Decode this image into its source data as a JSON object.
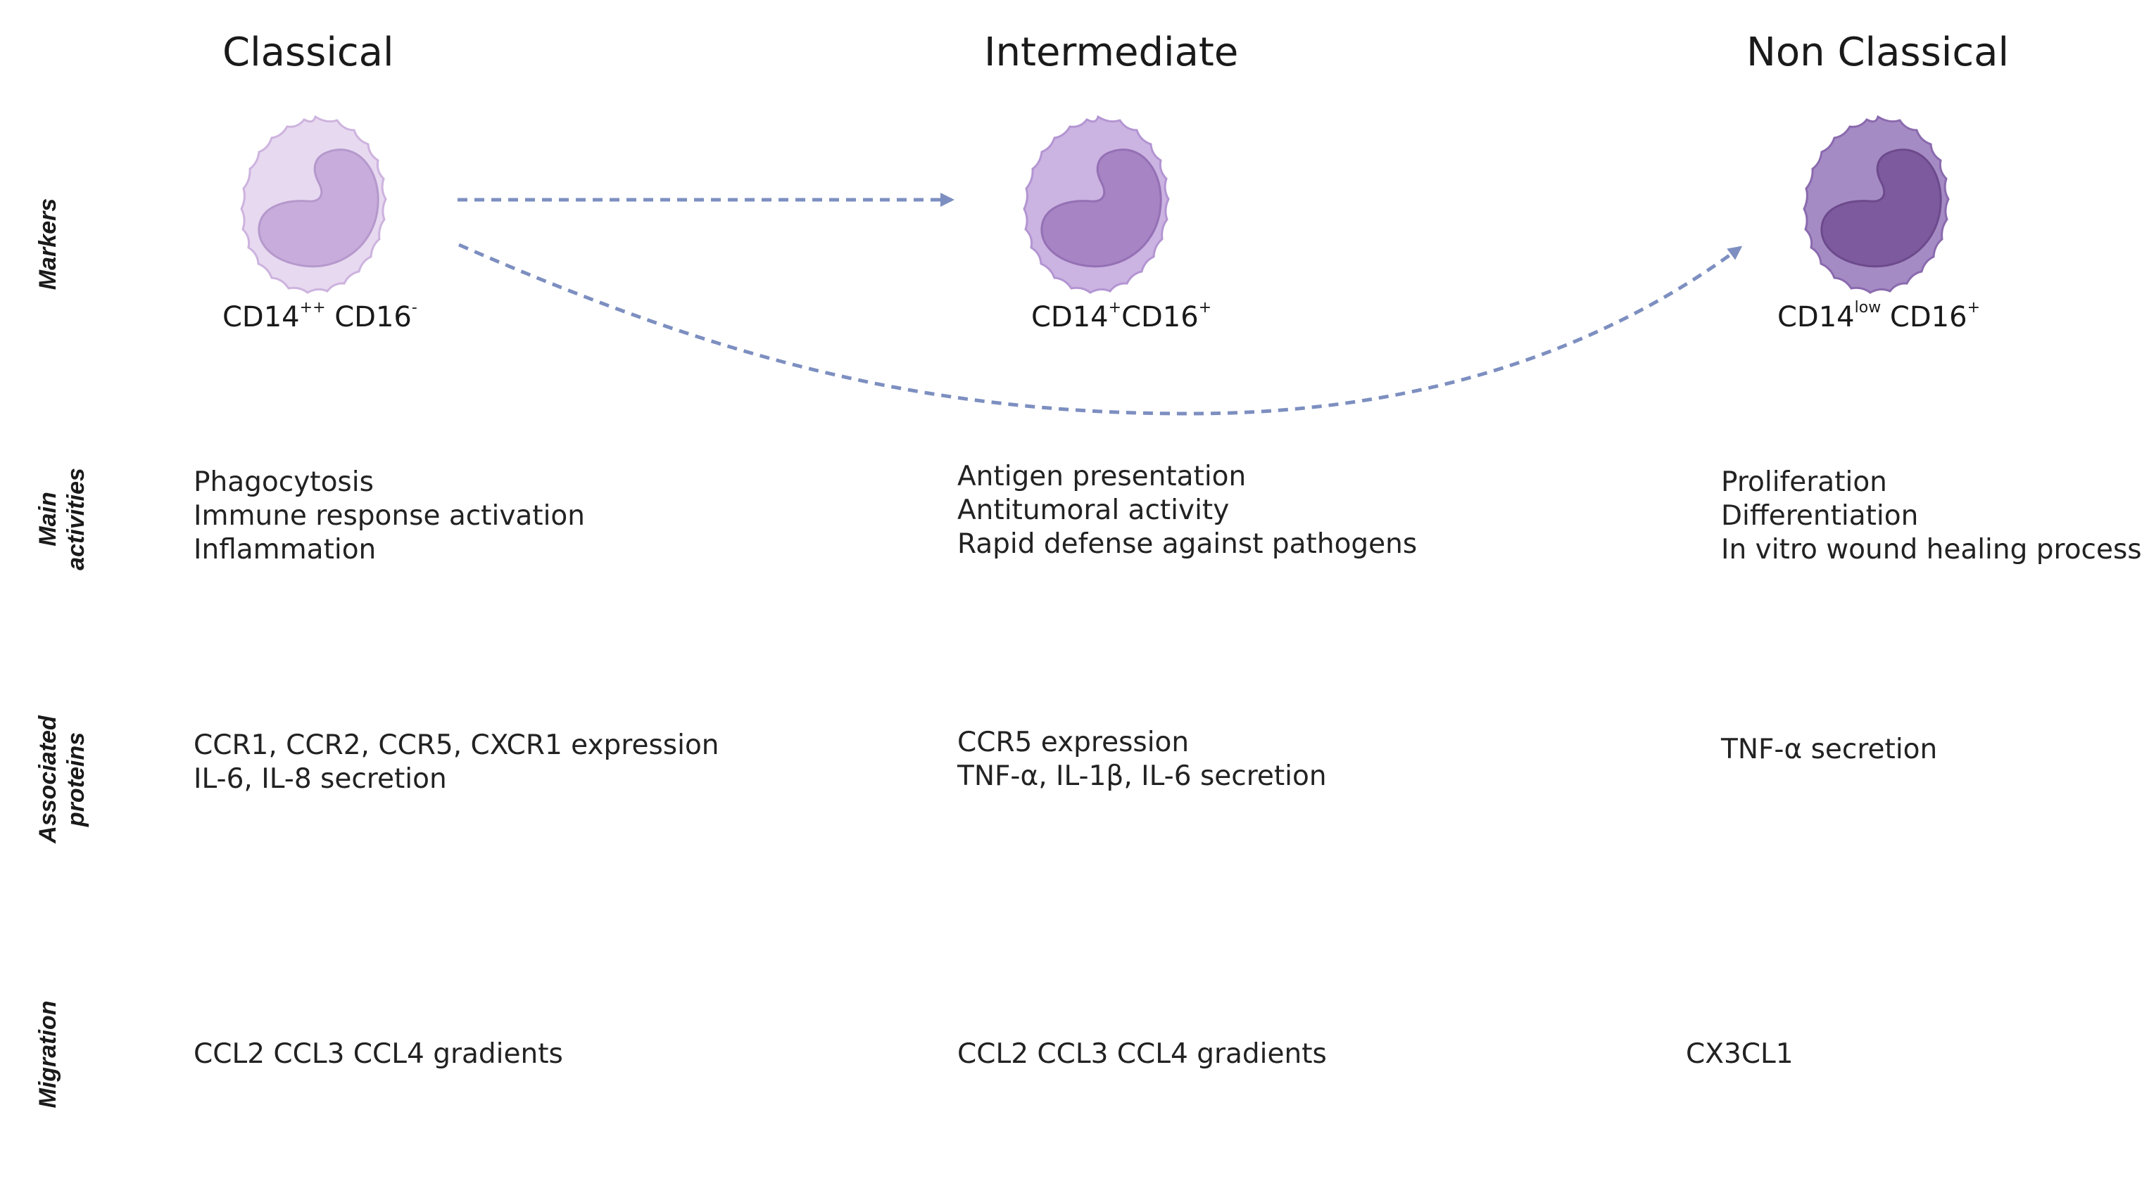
{
  "columns": [
    {
      "heading": "Classical",
      "marker": {
        "base1": "CD14",
        "sup1": "++",
        "base2": " CD16",
        "sup2": "-"
      },
      "main_activities": [
        "Phagocytosis",
        "Immune response activation",
        "Inflammation"
      ],
      "associated_proteins": [
        "CCR1, CCR2, CCR5, CXCR1 expression",
        "IL-6, IL-8  secretion"
      ],
      "migration": [
        "CCL2 CCL3 CCL4 gradients"
      ],
      "cell_colors": {
        "membrane": "#e7d9f0",
        "membrane_stroke": "#cdb3de",
        "nucleus": "#c8addc",
        "nucleus_stroke": "#b598cc"
      }
    },
    {
      "heading": "Intermediate",
      "marker": {
        "base1": "CD14",
        "sup1": "+",
        "base2": "CD16",
        "sup2": "+"
      },
      "main_activities": [
        "Antigen presentation",
        "Antitumoral activity",
        "Rapid defense against pathogens"
      ],
      "associated_proteins": [
        "CCR5 expression",
        "TNF-α, IL-1β, IL-6 secretion"
      ],
      "migration": [
        "CCL2 CCL3 CCL4 gradients"
      ],
      "cell_colors": {
        "membrane": "#cbb3e2",
        "membrane_stroke": "#b395d2",
        "nucleus": "#a784c4",
        "nucleus_stroke": "#9470b4"
      }
    },
    {
      "heading": "Non Classical",
      "marker": {
        "base1": "CD14",
        "sup1": "low",
        "base2": " CD16",
        "sup2": "+"
      },
      "main_activities": [
        "Proliferation",
        "Differentiation",
        "In vitro wound healing process"
      ],
      "associated_proteins": [
        "TNF-α secretion"
      ],
      "migration": [
        "CX3CL1"
      ],
      "cell_colors": {
        "membrane": "#a58bc4",
        "membrane_stroke": "#8a6aae",
        "nucleus": "#7d5a9d",
        "nucleus_stroke": "#6c4a8c"
      }
    }
  ],
  "row_labels": {
    "markers": [
      "Markers"
    ],
    "main_activities": [
      "Main",
      "activities"
    ],
    "associated_proteins": [
      "Associated",
      "proteins"
    ],
    "migration": [
      "Migration"
    ]
  },
  "arrow_color": "#7d8fc0"
}
